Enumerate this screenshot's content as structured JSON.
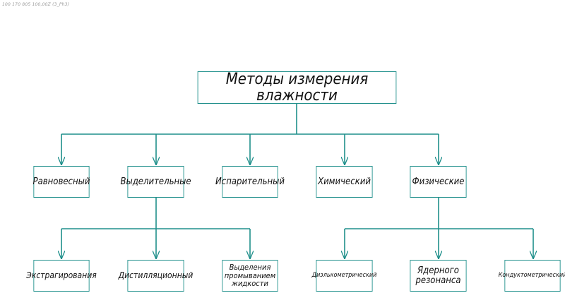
{
  "stamp_text": "100 170 805 100,00Z (3_Ph3)",
  "root": "Методы измерения влажности",
  "methods": {
    "equilibrium": "Равновесный",
    "extraction": "Выделительные",
    "evaporation": "Испарительный",
    "chemical": "Химический",
    "physical": "Физические"
  },
  "extraction_methods": {
    "extracting": "Экстрагирования",
    "distillation": "Дистилляционный",
    "liquid_wash": "Выделения промыванием жидкости"
  },
  "physical_methods": {
    "dielcometric": "Диэлькометрический",
    "nmr": "Ядерного резонанса",
    "conductometric": "Кондуктометрический"
  },
  "colors": {
    "line": "#1f8f8b",
    "text": "#111111"
  }
}
